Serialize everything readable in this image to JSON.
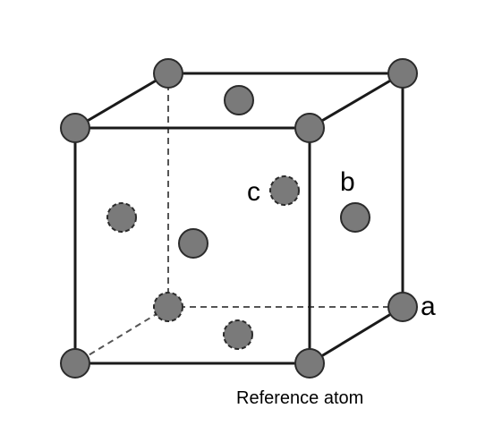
{
  "diagram": {
    "labels": {
      "a": "a",
      "b": "b",
      "c": "c",
      "reference": "Reference atom"
    },
    "colors": {
      "atom_fill": "#7a7a7a",
      "atom_stroke": "#2b2b2b",
      "edge": "#1a1a1a",
      "hidden_edge": "#555555"
    }
  }
}
